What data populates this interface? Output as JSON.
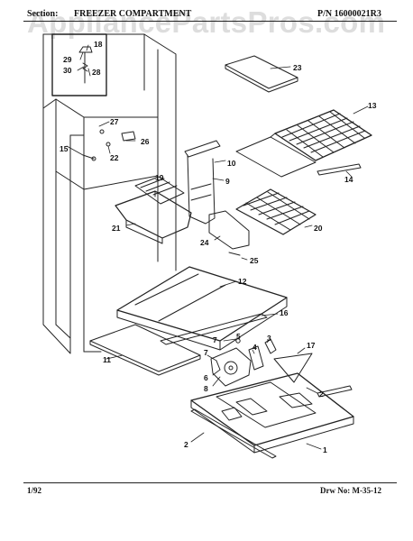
{
  "header": {
    "section_label": "Section:",
    "section_title": "FREEZER COMPARTMENT",
    "part_number": "P/N 16000021R3",
    "watermark": "AppliancePartsPros.com"
  },
  "footer": {
    "date": "1/92",
    "drawing_number": "Drw No: M-35-12"
  },
  "callouts": [
    "1",
    "2",
    "2",
    "3",
    "4",
    "5",
    "6",
    "7",
    "8",
    "9",
    "10",
    "11",
    "12",
    "13",
    "14",
    "15",
    "16",
    "17",
    "18",
    "19",
    "20",
    "21",
    "22",
    "23",
    "24",
    "25",
    "26",
    "27",
    "28",
    "29",
    "30"
  ]
}
